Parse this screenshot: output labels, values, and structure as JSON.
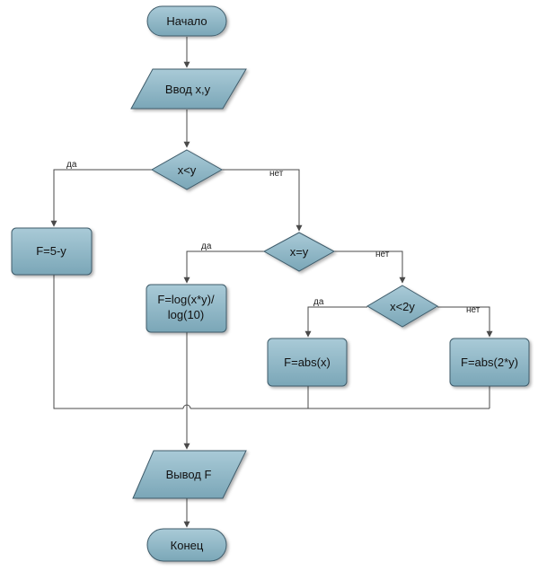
{
  "nodes": {
    "start": "Начало",
    "input": "Ввод x,y",
    "cond1": "x<y",
    "assign1": "F=5-y",
    "cond2": "x=y",
    "assign2_line1": "F=log(x*y)/",
    "assign2_line2": "log(10)",
    "cond3": "x<2y",
    "assign3": "F=abs(x)",
    "assign4": "F=abs(2*y)",
    "output": "Вывод F",
    "end": "Конец"
  },
  "edges": {
    "cond1_yes": "да",
    "cond1_no": "нет",
    "cond2_yes": "да",
    "cond2_no": "нет",
    "cond3_yes": "да",
    "cond3_no": "нет"
  },
  "colors": {
    "shape_fill_top": "#a8c9d6",
    "shape_fill_bottom": "#7ba7b8",
    "shape_stroke": "#3f5c6b",
    "connector": "#4a4a4a"
  }
}
